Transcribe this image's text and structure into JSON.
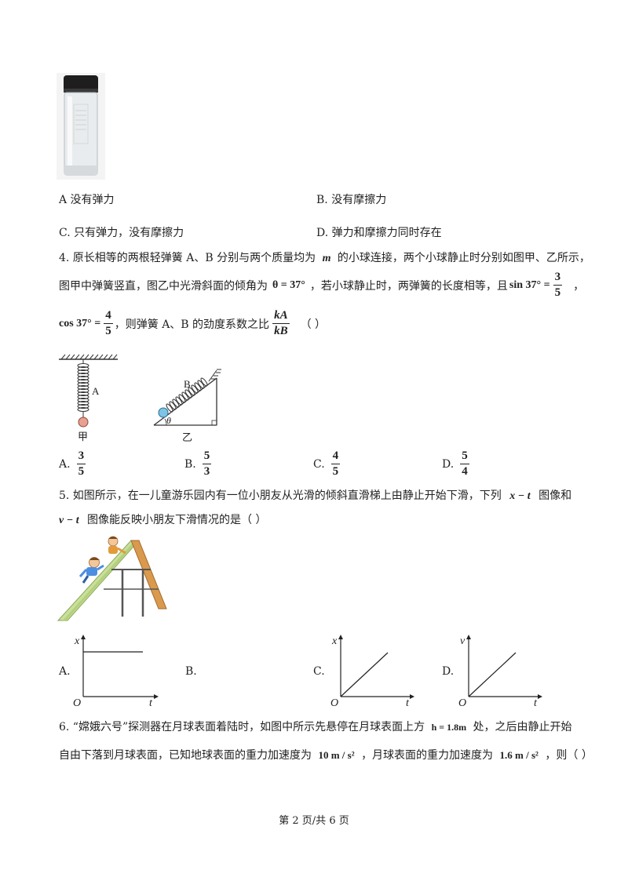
{
  "q3": {
    "option_a": "A  没有弹力",
    "option_b": "B. 没有摩擦力",
    "option_c": "C. 只有弹力，没有摩擦力",
    "option_d": "D. 弹力和摩擦力同时存在"
  },
  "q4": {
    "line1": "4. 原长相等的两根轻弹簧 A、B 分别与两个质量均为",
    "m": "m",
    "line1b": "的小球连接，两个小球静止时分别如图甲、乙所示，",
    "line2a": "图甲中弹簧竖直，图乙中光滑斜面的倾角为",
    "theta_expr": "θ = 37°",
    "line2b": "，若小球静止时，两弹簧的长度相等，且",
    "sin_expr": "sin 37° =",
    "sin_num": "3",
    "sin_den": "5",
    "line2c": "，",
    "cos_expr": "cos 37° =",
    "cos_num": "4",
    "cos_den": "5",
    "line3": "，则弹簧 A、B 的劲度系数之比",
    "ratio_num": "kA",
    "ratio_den": "kB",
    "paren": "（        ）",
    "fig_label_a": "A",
    "fig_label_b": "B",
    "fig_theta": "θ",
    "fig_jia": "甲",
    "fig_yi": "乙",
    "options": [
      {
        "label": "A.",
        "num": "3",
        "den": "5"
      },
      {
        "label": "B.",
        "num": "5",
        "den": "3"
      },
      {
        "label": "C.",
        "num": "4",
        "den": "5"
      },
      {
        "label": "D.",
        "num": "5",
        "den": "4"
      }
    ]
  },
  "q5": {
    "line1a": "5. 如图所示，在一儿童游乐园内有一位小朋友从光滑的倾斜直滑梯上由静止开始下滑，下列",
    "xt": "x − t",
    "line1b": "图像和",
    "vt": "v − t",
    "line2": "图像能反映小朋友下滑情况的是（        ）",
    "options": [
      {
        "label": "A.",
        "ylabel": "x",
        "xlabel": "t",
        "origin": "O"
      },
      {
        "label": "B."
      },
      {
        "label": "C.",
        "ylabel": "x",
        "xlabel": "t",
        "origin": "O"
      },
      {
        "label": "D.",
        "ylabel": "v",
        "xlabel": "t",
        "origin": "O"
      }
    ]
  },
  "q6": {
    "line1a": "6. “嫦娥六号”探测器在月球表面着陆时，如图中所示先悬停在月球表面上方",
    "h_expr": "h = 1.8m",
    "line1b": "处，之后由静止开始",
    "line2a": "自由下落到月球表面，已知地球表面的重力加速度为",
    "g_earth": "10 m / s²",
    "line2b": "，月球表面的重力加速度为",
    "g_moon": "1.6 m / s²",
    "line2c": "，则（          ）"
  },
  "footer": "第 2 页/共 6 页"
}
